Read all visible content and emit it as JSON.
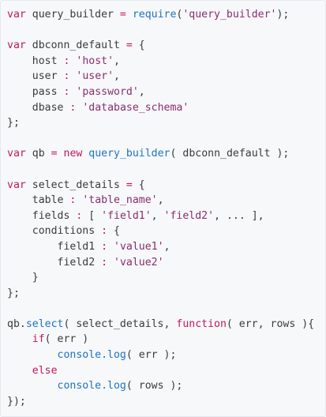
{
  "code_block": {
    "language": "javascript",
    "colors": {
      "keyword": "#c2185b",
      "operator": "#c2185b",
      "function": "#1f73c1",
      "string": "#8a2d6e",
      "plain": "#3b3b3b",
      "background": "#f6f8fa"
    },
    "lines": [
      [
        [
          "kw",
          "var"
        ],
        [
          "id",
          " query_builder "
        ],
        [
          "op",
          "="
        ],
        [
          "pn",
          " "
        ],
        [
          "fn",
          "require"
        ],
        [
          "pn",
          "("
        ],
        [
          "str",
          "'query_builder'"
        ],
        [
          "pn",
          ");"
        ]
      ],
      [],
      [
        [
          "kw",
          "var"
        ],
        [
          "id",
          " dbconn_default "
        ],
        [
          "op",
          "="
        ],
        [
          "pn",
          " {"
        ]
      ],
      [
        [
          "pn",
          "    "
        ],
        [
          "id",
          "host "
        ],
        [
          "op",
          ":"
        ],
        [
          "pn",
          " "
        ],
        [
          "str",
          "'host'"
        ],
        [
          "pn",
          ","
        ]
      ],
      [
        [
          "pn",
          "    "
        ],
        [
          "id",
          "user "
        ],
        [
          "op",
          ":"
        ],
        [
          "pn",
          " "
        ],
        [
          "str",
          "'user'"
        ],
        [
          "pn",
          ","
        ]
      ],
      [
        [
          "pn",
          "    "
        ],
        [
          "id",
          "pass "
        ],
        [
          "op",
          ":"
        ],
        [
          "pn",
          " "
        ],
        [
          "str",
          "'password'"
        ],
        [
          "pn",
          ","
        ]
      ],
      [
        [
          "pn",
          "    "
        ],
        [
          "id",
          "dbase "
        ],
        [
          "op",
          ":"
        ],
        [
          "pn",
          " "
        ],
        [
          "str",
          "'database_schema'"
        ]
      ],
      [
        [
          "pn",
          "};"
        ]
      ],
      [],
      [
        [
          "kw",
          "var"
        ],
        [
          "id",
          " qb "
        ],
        [
          "op",
          "="
        ],
        [
          "pn",
          " "
        ],
        [
          "kw",
          "new"
        ],
        [
          "pn",
          " "
        ],
        [
          "fn",
          "query_builder"
        ],
        [
          "pn",
          "( dbconn_default );"
        ]
      ],
      [],
      [
        [
          "kw",
          "var"
        ],
        [
          "id",
          " select_details "
        ],
        [
          "op",
          "="
        ],
        [
          "pn",
          " {"
        ]
      ],
      [
        [
          "pn",
          "    "
        ],
        [
          "id",
          "table "
        ],
        [
          "op",
          ":"
        ],
        [
          "pn",
          " "
        ],
        [
          "str",
          "'table_name'"
        ],
        [
          "pn",
          ","
        ]
      ],
      [
        [
          "pn",
          "    "
        ],
        [
          "id",
          "fields "
        ],
        [
          "op",
          ":"
        ],
        [
          "pn",
          " [ "
        ],
        [
          "str",
          "'field1'"
        ],
        [
          "pn",
          ", "
        ],
        [
          "str",
          "'field2'"
        ],
        [
          "pn",
          ", ... ],"
        ]
      ],
      [
        [
          "pn",
          "    "
        ],
        [
          "id",
          "conditions "
        ],
        [
          "op",
          ":"
        ],
        [
          "pn",
          " {"
        ]
      ],
      [
        [
          "pn",
          "        "
        ],
        [
          "id",
          "field1 "
        ],
        [
          "op",
          ":"
        ],
        [
          "pn",
          " "
        ],
        [
          "str",
          "'value1'"
        ],
        [
          "pn",
          ","
        ]
      ],
      [
        [
          "pn",
          "        "
        ],
        [
          "id",
          "field2 "
        ],
        [
          "op",
          ":"
        ],
        [
          "pn",
          " "
        ],
        [
          "str",
          "'value2'"
        ]
      ],
      [
        [
          "pn",
          "    }"
        ]
      ],
      [
        [
          "pn",
          "};"
        ]
      ],
      [],
      [
        [
          "id",
          "qb."
        ],
        [
          "fn",
          "select"
        ],
        [
          "pn",
          "( select_details, "
        ],
        [
          "kw",
          "function"
        ],
        [
          "pn",
          "( err, rows ){"
        ]
      ],
      [
        [
          "pn",
          "    "
        ],
        [
          "kw",
          "if"
        ],
        [
          "pn",
          "( err )"
        ]
      ],
      [
        [
          "pn",
          "        "
        ],
        [
          "fn",
          "console.log"
        ],
        [
          "pn",
          "( err );"
        ]
      ],
      [
        [
          "pn",
          "    "
        ],
        [
          "kw",
          "else"
        ]
      ],
      [
        [
          "pn",
          "        "
        ],
        [
          "fn",
          "console.log"
        ],
        [
          "pn",
          "( rows );"
        ]
      ],
      [
        [
          "pn",
          "});"
        ]
      ]
    ]
  }
}
